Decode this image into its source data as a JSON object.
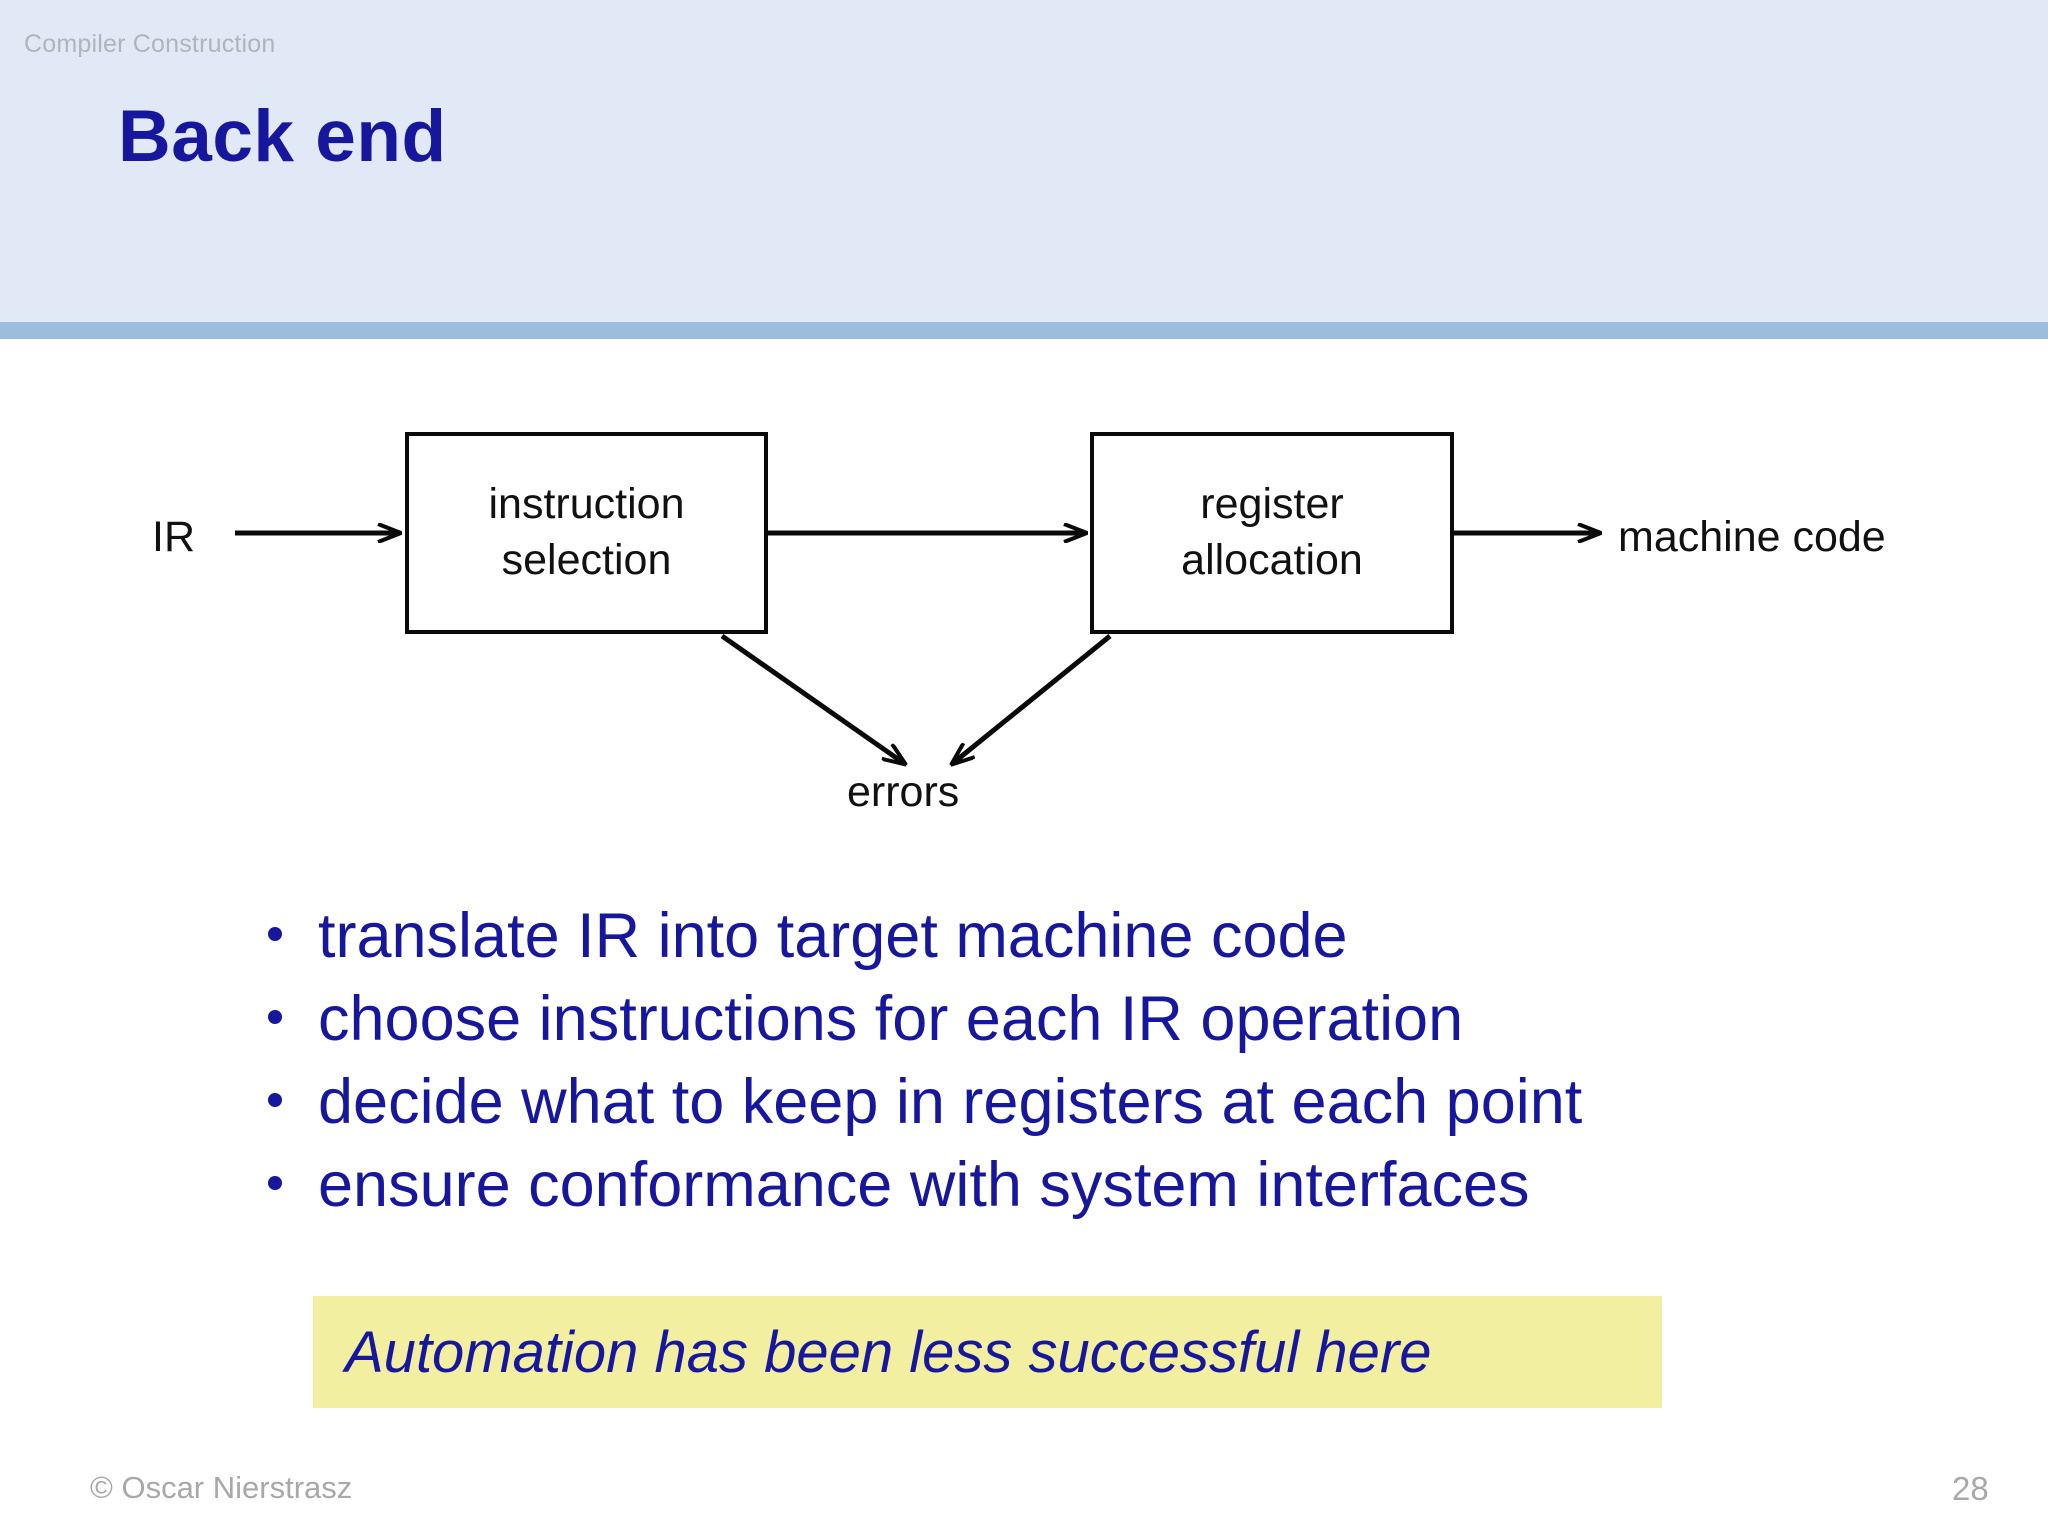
{
  "header": {
    "course": "Compiler Construction",
    "title": "Back end",
    "band_color": "#e0e9f5",
    "rule_color": "#9dbdde",
    "title_color": "#17179e",
    "course_color": "#b1b5bb"
  },
  "diagram": {
    "input_label": "IR",
    "output_label": "machine code",
    "error_label": "errors",
    "boxes": [
      {
        "line1": "instruction",
        "line2": "selection"
      },
      {
        "line1": "register",
        "line2": "allocation"
      }
    ],
    "stroke_color": "#0a0a0a"
  },
  "bullets": [
    "translate IR into target machine code",
    "choose instructions for each IR operation",
    "decide what to keep in registers at each point",
    "ensure conformance with system interfaces"
  ],
  "bullet_color": "#17179e",
  "callout": {
    "text": "Automation has been less successful here",
    "background": "#f2efa0",
    "text_color": "#17179e"
  },
  "footer": {
    "copyright": "© Oscar Nierstrasz",
    "page_number": "28",
    "color": "#a8a8a8"
  }
}
